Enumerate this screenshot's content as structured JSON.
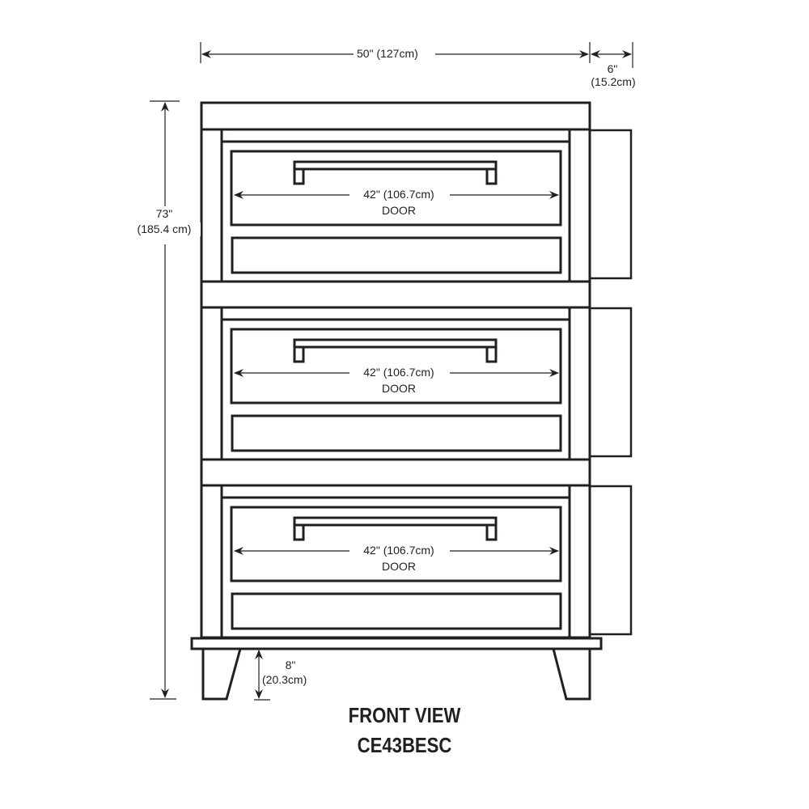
{
  "drawing": {
    "view_title": "FRONT VIEW",
    "model": "CE43BESC",
    "stroke_color": "#231f20",
    "deck_count": 3
  },
  "dimensions": {
    "overall_width": {
      "imperial": "50\"",
      "metric": "(127cm)",
      "label": "50\" (127cm)"
    },
    "side_depth": {
      "imperial": "6\"",
      "metric": "(15.2cm)"
    },
    "overall_height": {
      "imperial": "73\"",
      "metric": "(185.4 cm)"
    },
    "leg_height": {
      "imperial": "8\"",
      "metric": "(20.3cm)"
    }
  },
  "decks": [
    {
      "door_width": "42\" (106.7cm)",
      "door_label": "DOOR"
    },
    {
      "door_width": "42\" (106.7cm)",
      "door_label": "DOOR"
    },
    {
      "door_width": "42\" (106.7cm)",
      "door_label": "DOOR"
    }
  ]
}
